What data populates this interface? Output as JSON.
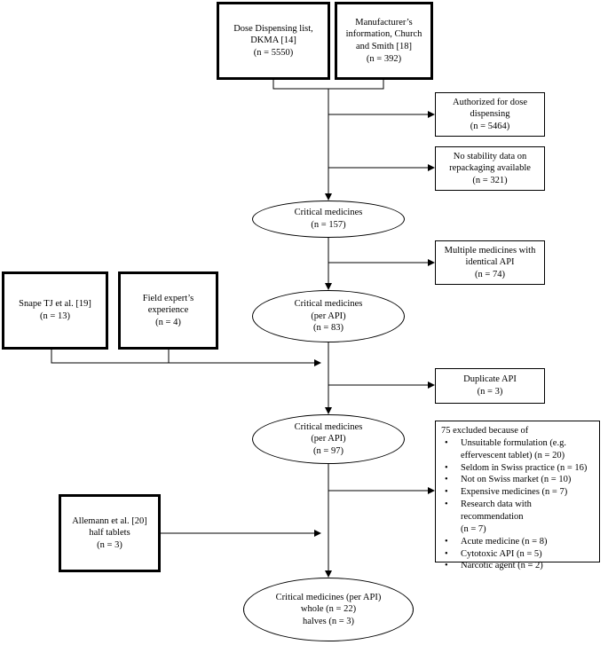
{
  "sources": {
    "dkma": {
      "lines": [
        "Dose Dispensing list,",
        "DKMA [14]",
        "(n = 5550)"
      ]
    },
    "manufacturer": {
      "lines": [
        "Manufacturer’s",
        "information, Church",
        "and Smith [18]",
        "(n = 392)"
      ]
    },
    "snape": {
      "lines": [
        "Snape TJ et al. [19]",
        "(n = 13)"
      ]
    },
    "field_expert": {
      "lines": [
        "Field expert’s",
        "experience",
        "(n = 4)"
      ]
    },
    "allemann": {
      "lines": [
        "Allemann et al. [20]",
        "half tablets",
        "(n = 3)"
      ]
    }
  },
  "exclusions": {
    "authorized": {
      "lines": [
        "Authorized for dose",
        "dispensing",
        "(n = 5464)"
      ]
    },
    "no_stability": {
      "lines": [
        "No stability data on",
        "repackaging available",
        "(n = 321)"
      ]
    },
    "multiple": {
      "lines": [
        "Multiple medicines with",
        "identical API",
        "(n = 74)"
      ]
    },
    "duplicate": {
      "lines": [
        "Duplicate API",
        "(n = 3)"
      ]
    },
    "reasons": {
      "title": "75 excluded because of",
      "items": [
        [
          "Unsuitable formulation (e.g.",
          "effervescent tablet) (n = 20)"
        ],
        [
          "Seldom in Swiss practice (n = 16)"
        ],
        [
          "Not on Swiss market (n = 10)"
        ],
        [
          "Expensive medicines (n = 7)"
        ],
        [
          "Research data with recommendation",
          "(n = 7)"
        ],
        [
          "Acute medicine (n = 8)"
        ],
        [
          "Cytotoxic API (n = 5)"
        ],
        [
          "Narcotic agent  (n = 2)"
        ]
      ]
    }
  },
  "stages": {
    "critical_1": {
      "lines": [
        "Critical medicines",
        "(n = 157)"
      ]
    },
    "critical_2": {
      "lines": [
        "Critical medicines",
        "(per API)",
        "(n = 83)"
      ]
    },
    "critical_3": {
      "lines": [
        "Critical medicines",
        "(per API)",
        "(n = 97)"
      ]
    },
    "final": {
      "lines": [
        "Critical medicines (per API)",
        "whole (n = 22)",
        "halves (n = 3)"
      ]
    }
  }
}
